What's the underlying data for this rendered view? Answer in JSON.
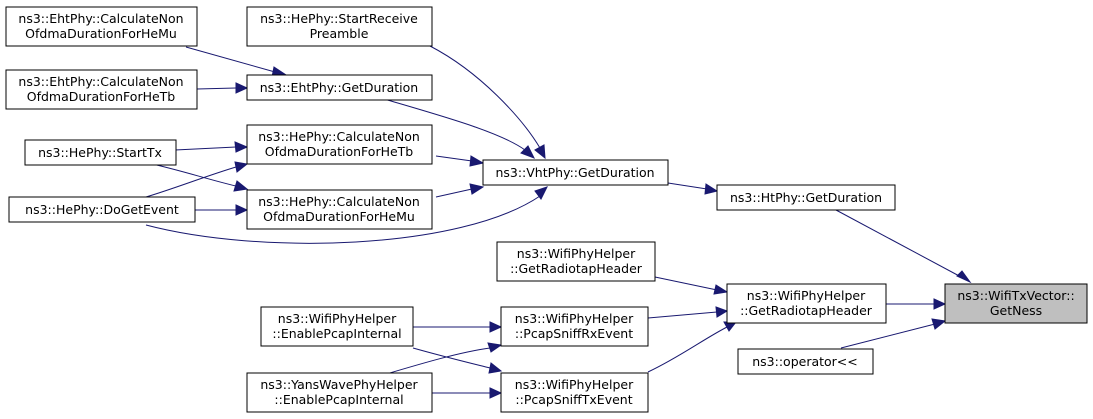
{
  "nodes": {
    "getness": {
      "lines": [
        "ns3::WifiTxVector::",
        "GetNess"
      ]
    },
    "ht_getduration": {
      "lines": [
        "ns3::HtPhy::GetDuration"
      ]
    },
    "wifiphyhelper_getradiotapheader": {
      "lines": [
        "ns3::WifiPhyHelper",
        "::GetRadiotapHeader"
      ]
    },
    "operator_ltlt": {
      "lines": [
        "ns3::operator<<"
      ]
    },
    "vht_getduration": {
      "lines": [
        "ns3::VhtPhy::GetDuration"
      ]
    },
    "wifiphyhelper_getradiotapheader_2": {
      "lines": [
        "ns3::WifiPhyHelper",
        "::GetRadiotapHeader"
      ]
    },
    "pcapsniffrxevent": {
      "lines": [
        "ns3::WifiPhyHelper",
        "::PcapSniffRxEvent"
      ]
    },
    "pcapsnifftxevent": {
      "lines": [
        "ns3::WifiPhyHelper",
        "::PcapSniffTxEvent"
      ]
    },
    "startreceivepreamble": {
      "lines": [
        "ns3::HePhy::StartReceive",
        "Preamble"
      ]
    },
    "eht_getduration": {
      "lines": [
        "ns3::EhtPhy::GetDuration"
      ]
    },
    "hephy_calc_hetb": {
      "lines": [
        "ns3::HePhy::CalculateNon",
        "OfdmaDurationForHeTb"
      ]
    },
    "hephy_calc_hemu": {
      "lines": [
        "ns3::HePhy::CalculateNon",
        "OfdmaDurationForHeMu"
      ]
    },
    "enablepcapinternal_wifi": {
      "lines": [
        "ns3::WifiPhyHelper",
        "::EnablePcapInternal"
      ]
    },
    "enablepcapinternal_yans": {
      "lines": [
        "ns3::YansWavePhyHelper",
        "::EnablePcapInternal"
      ]
    },
    "ehtphy_calc_hemu": {
      "lines": [
        "ns3::EhtPhy::CalculateNon",
        "OfdmaDurationForHeMu"
      ]
    },
    "ehtphy_calc_hetb": {
      "lines": [
        "ns3::EhtPhy::CalculateNon",
        "OfdmaDurationForHeTb"
      ]
    },
    "hephy_starttx": {
      "lines": [
        "ns3::HePhy::StartTx"
      ]
    },
    "hephy_dogetevent": {
      "lines": [
        "ns3::HePhy::DoGetEvent"
      ]
    }
  },
  "edges": [
    {
      "from": "ht_getduration",
      "to": "getness"
    },
    {
      "from": "wifiphyhelper_getradiotapheader",
      "to": "getness"
    },
    {
      "from": "operator_ltlt",
      "to": "getness"
    },
    {
      "from": "vht_getduration",
      "to": "ht_getduration"
    },
    {
      "from": "wifiphyhelper_getradiotapheader_2",
      "to": "wifiphyhelper_getradiotapheader"
    },
    {
      "from": "pcapsniffrxevent",
      "to": "wifiphyhelper_getradiotapheader"
    },
    {
      "from": "pcapsnifftxevent",
      "to": "wifiphyhelper_getradiotapheader"
    },
    {
      "from": "startreceivepreamble",
      "to": "vht_getduration"
    },
    {
      "from": "eht_getduration",
      "to": "vht_getduration"
    },
    {
      "from": "hephy_calc_hetb",
      "to": "vht_getduration"
    },
    {
      "from": "hephy_calc_hemu",
      "to": "vht_getduration"
    },
    {
      "from": "hephy_dogetevent",
      "to": "vht_getduration"
    },
    {
      "from": "enablepcapinternal_wifi",
      "to": "pcapsniffrxevent"
    },
    {
      "from": "enablepcapinternal_yans",
      "to": "pcapsniffrxevent"
    },
    {
      "from": "enablepcapinternal_wifi",
      "to": "pcapsnifftxevent"
    },
    {
      "from": "enablepcapinternal_yans",
      "to": "pcapsnifftxevent"
    },
    {
      "from": "ehtphy_calc_hemu",
      "to": "eht_getduration"
    },
    {
      "from": "ehtphy_calc_hetb",
      "to": "eht_getduration"
    },
    {
      "from": "hephy_starttx",
      "to": "hephy_calc_hetb"
    },
    {
      "from": "hephy_dogetevent",
      "to": "hephy_calc_hetb"
    },
    {
      "from": "hephy_starttx",
      "to": "hephy_calc_hemu"
    },
    {
      "from": "hephy_dogetevent",
      "to": "hephy_calc_hemu"
    }
  ],
  "focus_node": "getness",
  "colors": {
    "edge": "#191970",
    "focus_fill": "#bfbfbf",
    "node_fill": "#ffffff",
    "node_border": "#000000"
  }
}
